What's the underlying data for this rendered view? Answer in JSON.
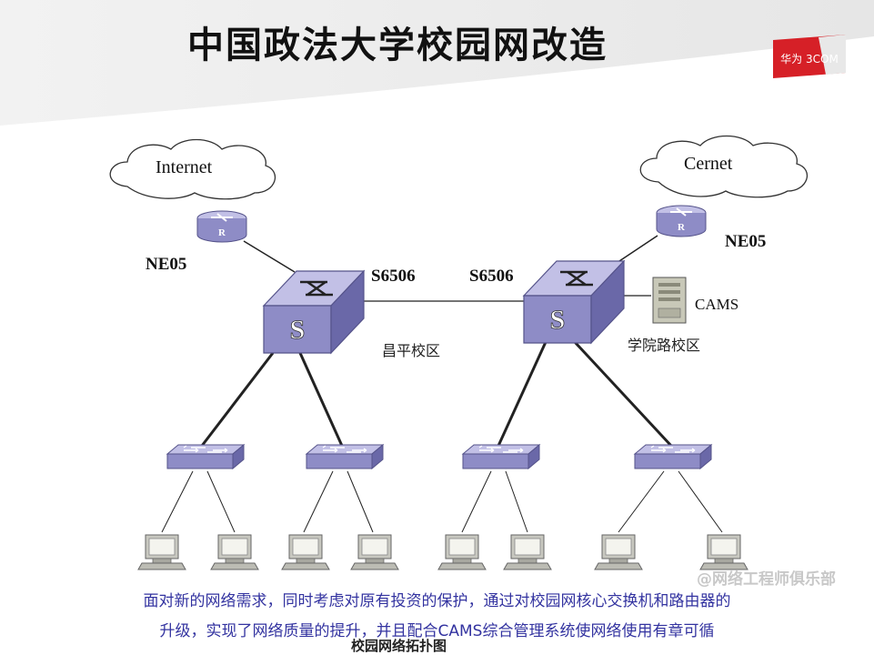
{
  "slide": {
    "title": "中国政法大学校园网改造",
    "logo_text": "华为 3COM",
    "watermark": "@网络工程师俱乐部",
    "overlay_text": "校园网络拓扑图"
  },
  "diagram": {
    "clouds": [
      {
        "id": "internet",
        "label": "Internet"
      },
      {
        "id": "cernet",
        "label": "Cernet"
      }
    ],
    "routers": [
      {
        "id": "router-left",
        "label": "NE05",
        "icon_letter": "R"
      },
      {
        "id": "router-right",
        "label": "NE05",
        "icon_letter": "R"
      }
    ],
    "core_switches": [
      {
        "id": "core-left",
        "label": "S6506",
        "icon_letter": "S",
        "campus": "昌平校区"
      },
      {
        "id": "core-right",
        "label": "S6506",
        "icon_letter": "S",
        "campus": "学院路校区"
      }
    ],
    "server": {
      "id": "cams-server",
      "label": "CAMS"
    },
    "access_switch_count": 4,
    "pc_count": 8
  },
  "caption": {
    "line1": "面对新的网络需求，同时考虑对原有投资的保护，通过对校园网核心交换机和路由器的",
    "line2": "升级，实现了网络质量的提升，并且配合CAMS综合管理系统使网络使用有章可循"
  },
  "colors": {
    "device_face": "#8e8cc6",
    "device_top": "#c2c0e6",
    "device_side": "#6a68a8",
    "caption_text": "#3333a0",
    "logo_red": "#d62027"
  }
}
